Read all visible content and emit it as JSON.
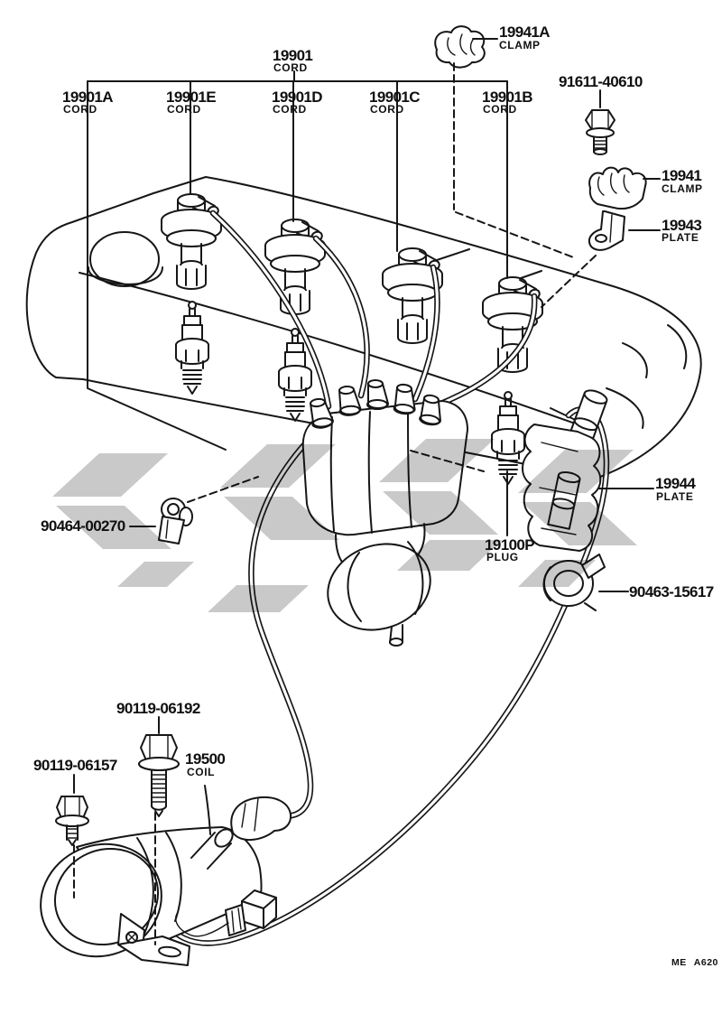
{
  "document": {
    "type": "parts-catalog-diagram",
    "subject": "ignition cord, spark plug and coil assembly"
  },
  "colors": {
    "background": "#ffffff",
    "line": "#161616",
    "watermark": "#c9c9c9"
  },
  "labels": {
    "l19901": {
      "number": "19901",
      "name": "CORD"
    },
    "l19901a": {
      "number": "19901A",
      "name": "CORD"
    },
    "l19901e": {
      "number": "19901E",
      "name": "CORD"
    },
    "l19901d": {
      "number": "19901D",
      "name": "CORD"
    },
    "l19901c": {
      "number": "19901C",
      "name": "CORD"
    },
    "l19901b": {
      "number": "19901B",
      "name": "CORD"
    },
    "l19941a": {
      "number": "19941A",
      "name": "CLAMP"
    },
    "l91611": {
      "number": "91611-40610",
      "name": ""
    },
    "l19941": {
      "number": "19941",
      "name": "CLAMP"
    },
    "l19943": {
      "number": "19943",
      "name": "PLATE"
    },
    "l19944": {
      "number": "19944",
      "name": "PLATE"
    },
    "l19100p": {
      "number": "19100P",
      "name": "PLUG"
    },
    "l90463": {
      "number": "90463-15617",
      "name": ""
    },
    "l90464": {
      "number": "90464-00270",
      "name": ""
    },
    "l90119_06192": {
      "number": "90119-06192",
      "name": ""
    },
    "l90119_06157": {
      "number": "90119-06157",
      "name": ""
    },
    "l19500": {
      "number": "19500",
      "name": "COIL"
    }
  },
  "footer": {
    "figure_code": "ME  A620"
  }
}
